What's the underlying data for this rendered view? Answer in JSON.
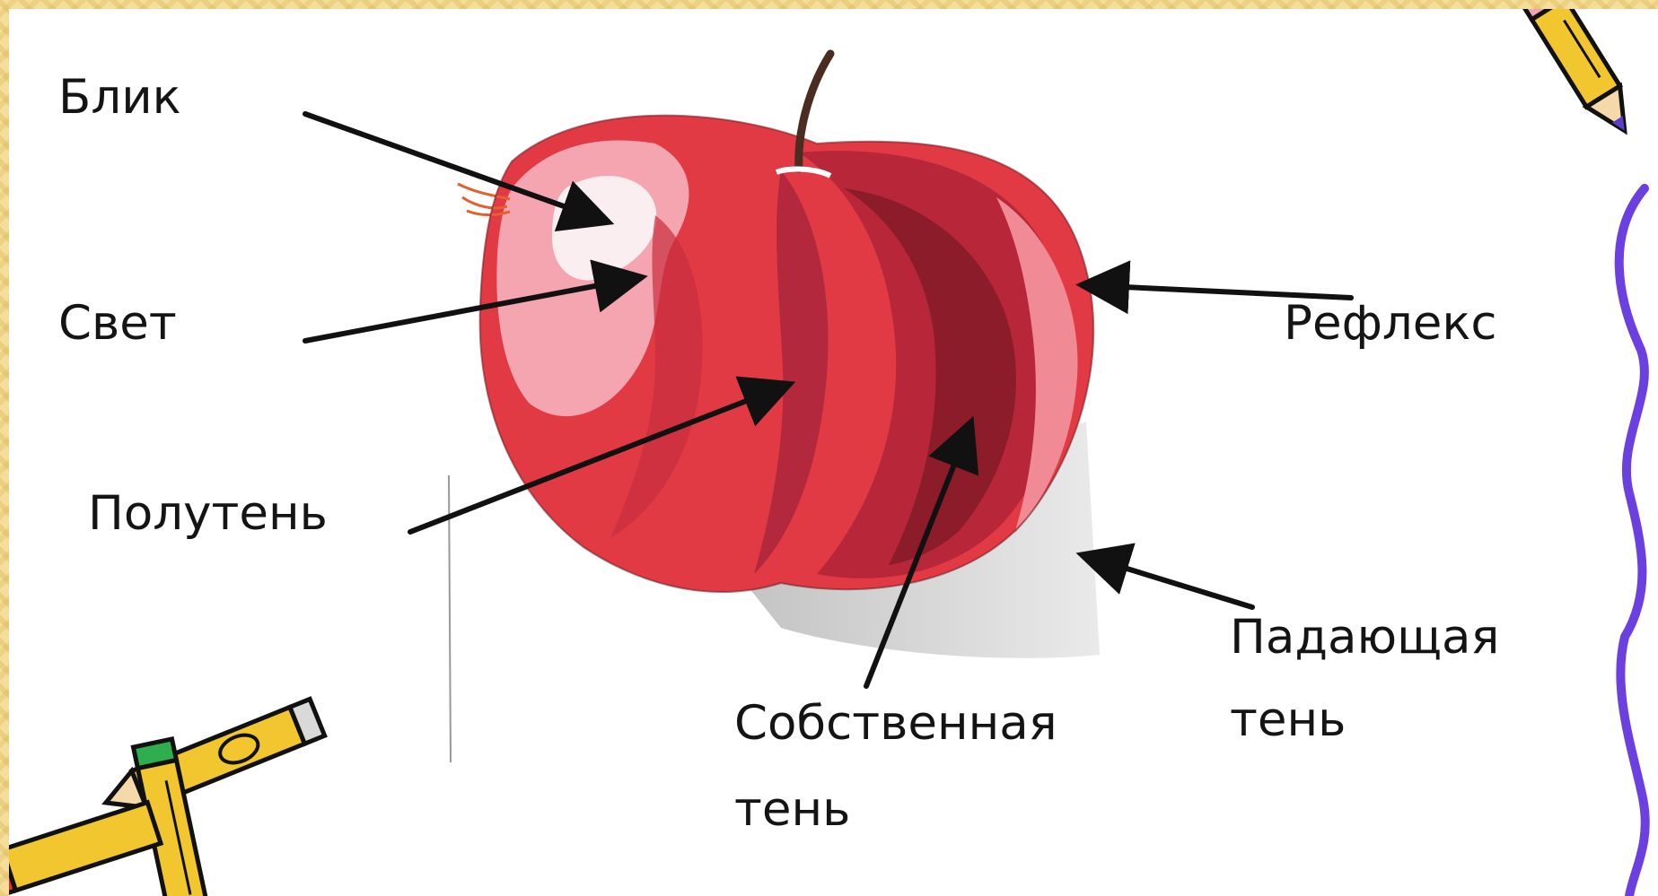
{
  "diagram": {
    "labels": {
      "highlight": "Блик",
      "light": "Свет",
      "halftone": "Полутень",
      "own_shadow_line1": "Собственная",
      "own_shadow_line2": "тень",
      "reflex": "Рефлекс",
      "cast_shadow_line1": "Падающая",
      "cast_shadow_line2": "тень"
    }
  },
  "colors": {
    "apple_red": "#e23a44",
    "apple_dark": "#9c1f2c",
    "background_frame": "#f5dd9a",
    "squiggle_border": "#6b3fe0"
  },
  "decorations": {
    "top_right_pencil": "pencil-icon",
    "bottom_left_pencils": "pencils-icon"
  }
}
